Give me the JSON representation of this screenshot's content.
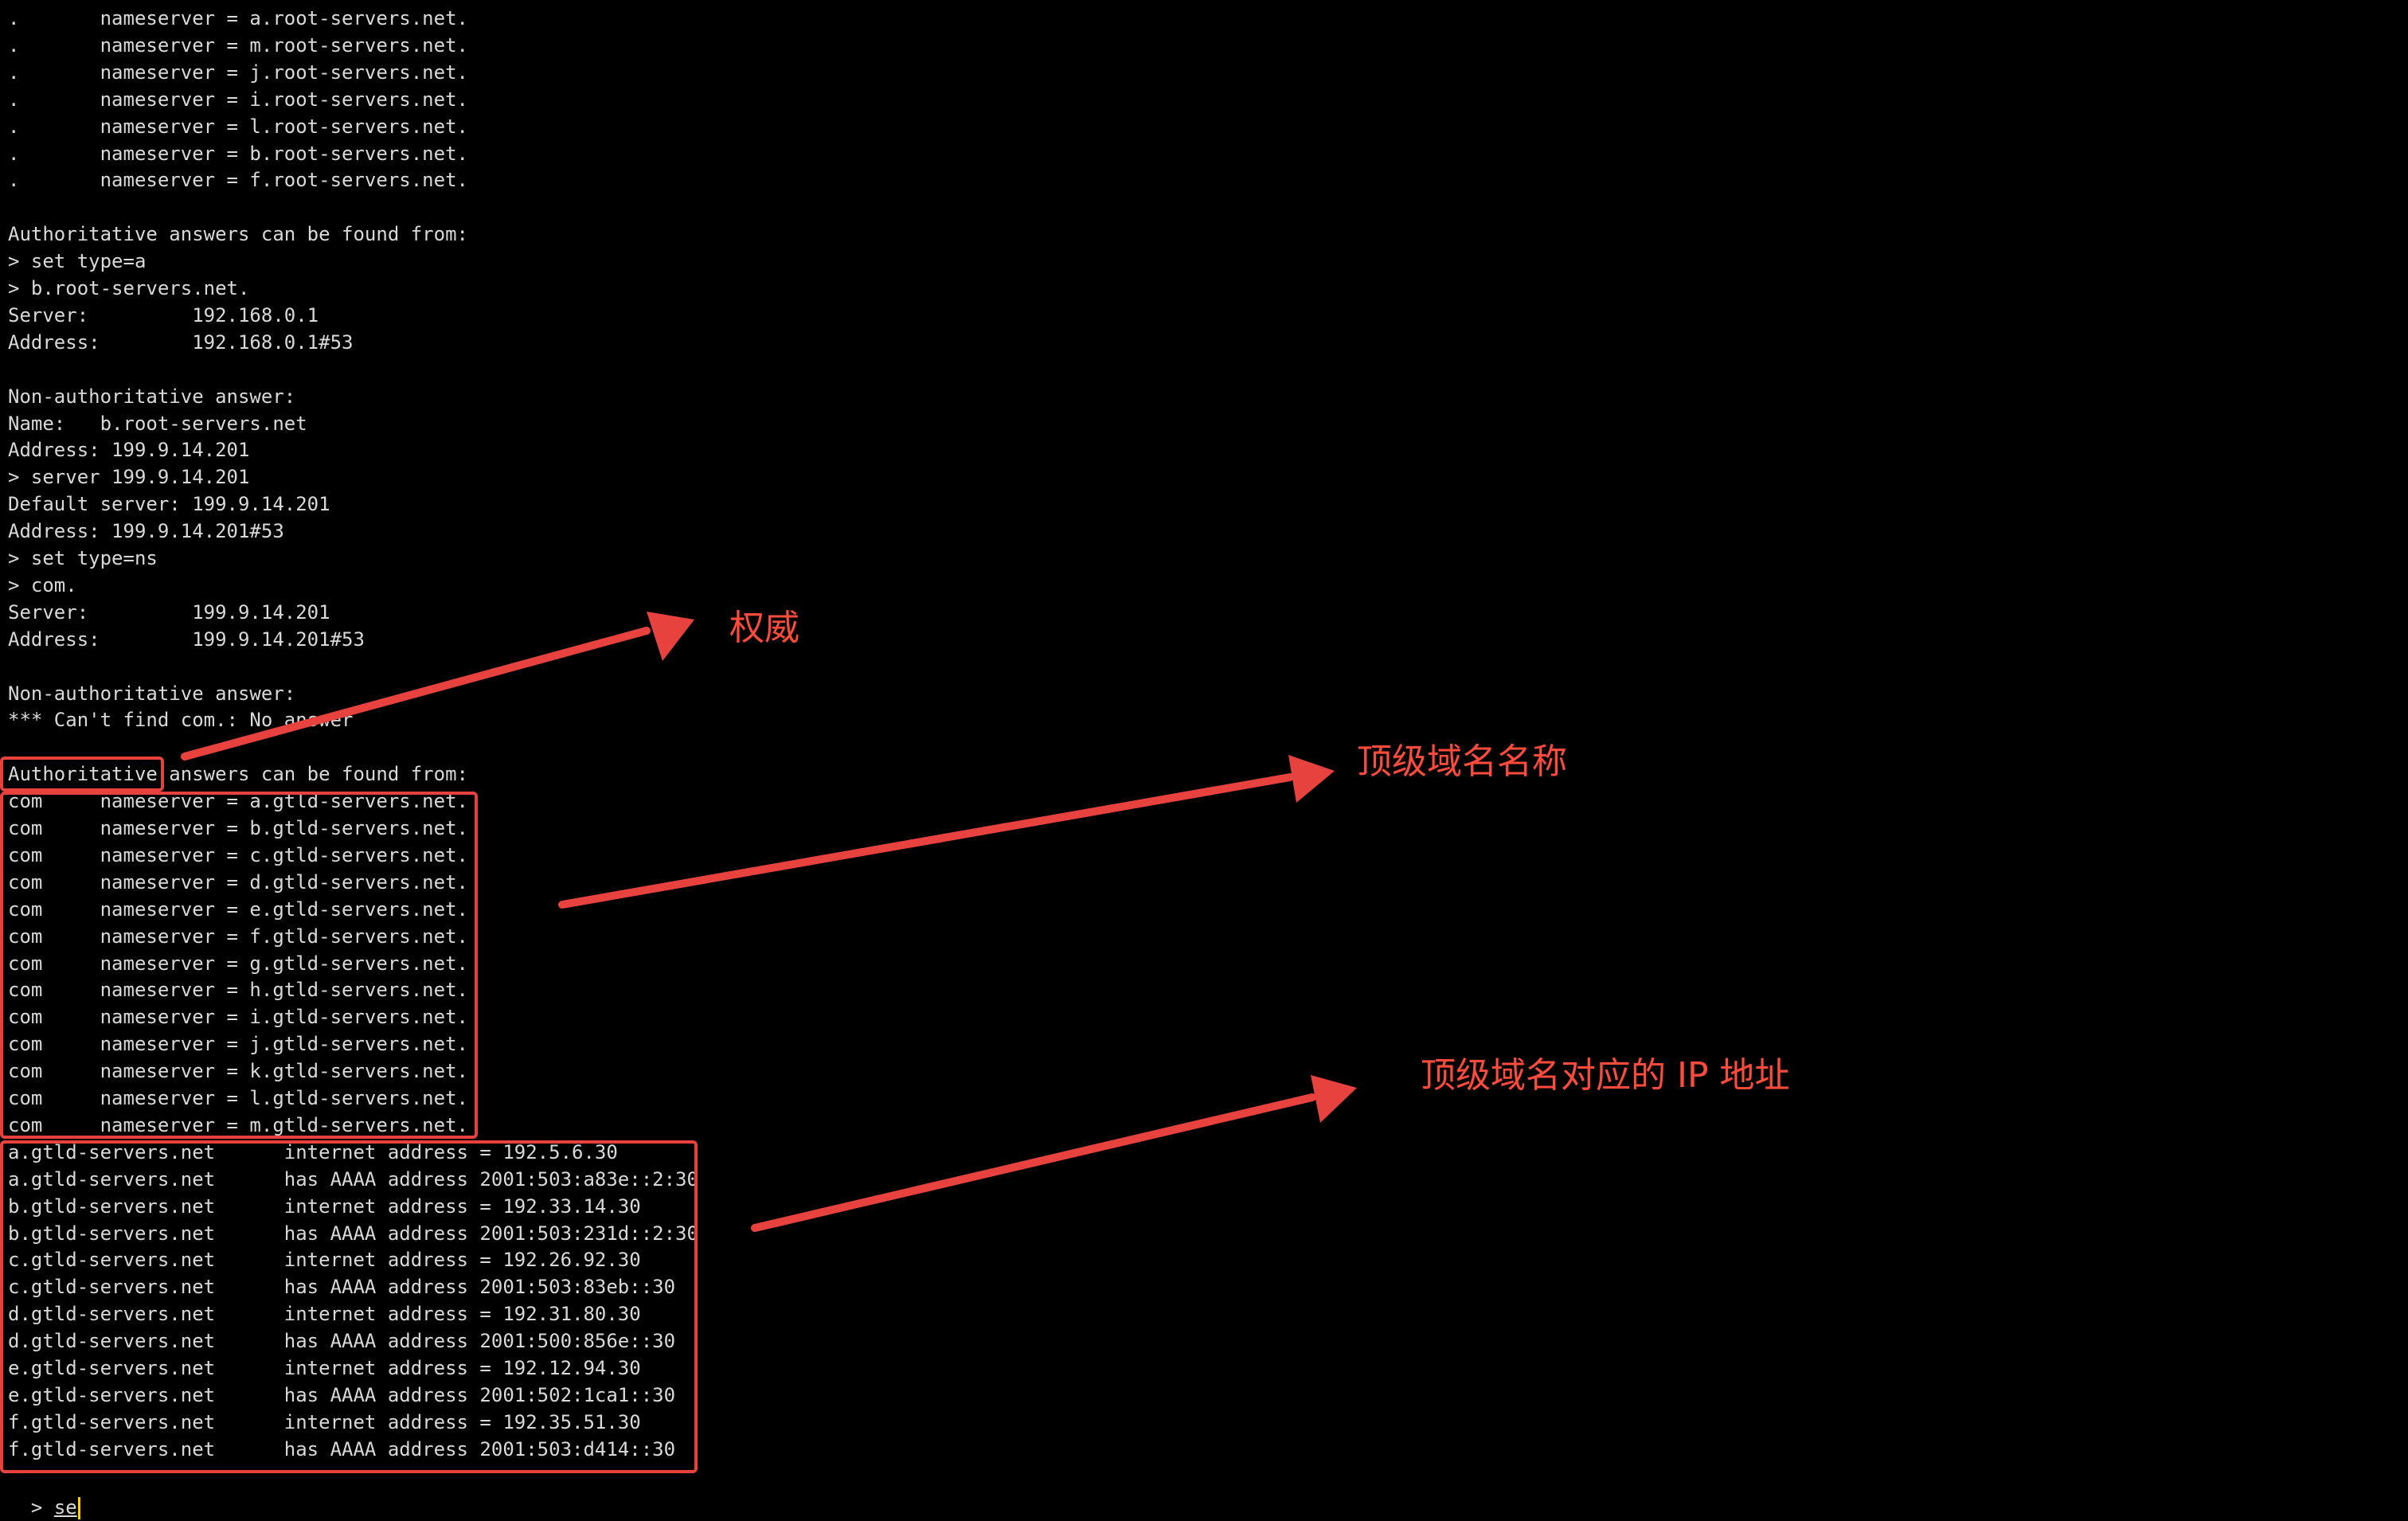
{
  "terminal": {
    "lines": [
      ".       nameserver = a.root-servers.net.",
      ".       nameserver = m.root-servers.net.",
      ".       nameserver = j.root-servers.net.",
      ".       nameserver = i.root-servers.net.",
      ".       nameserver = l.root-servers.net.",
      ".       nameserver = b.root-servers.net.",
      ".       nameserver = f.root-servers.net.",
      "",
      "Authoritative answers can be found from:",
      "> set type=a",
      "> b.root-servers.net.",
      "Server:         192.168.0.1",
      "Address:        192.168.0.1#53",
      "",
      "Non-authoritative answer:",
      "Name:   b.root-servers.net",
      "Address: 199.9.14.201",
      "> server 199.9.14.201",
      "Default server: 199.9.14.201",
      "Address: 199.9.14.201#53",
      "> set type=ns",
      "> com.",
      "Server:         199.9.14.201",
      "Address:        199.9.14.201#53",
      "",
      "Non-authoritative answer:",
      "*** Can't find com.: No answer",
      "",
      "Authoritative answers can be found from:",
      "com     nameserver = a.gtld-servers.net.",
      "com     nameserver = b.gtld-servers.net.",
      "com     nameserver = c.gtld-servers.net.",
      "com     nameserver = d.gtld-servers.net.",
      "com     nameserver = e.gtld-servers.net.",
      "com     nameserver = f.gtld-servers.net.",
      "com     nameserver = g.gtld-servers.net.",
      "com     nameserver = h.gtld-servers.net.",
      "com     nameserver = i.gtld-servers.net.",
      "com     nameserver = j.gtld-servers.net.",
      "com     nameserver = k.gtld-servers.net.",
      "com     nameserver = l.gtld-servers.net.",
      "com     nameserver = m.gtld-servers.net.",
      "a.gtld-servers.net      internet address = 192.5.6.30",
      "a.gtld-servers.net      has AAAA address 2001:503:a83e::2:30",
      "b.gtld-servers.net      internet address = 192.33.14.30",
      "b.gtld-servers.net      has AAAA address 2001:503:231d::2:30",
      "c.gtld-servers.net      internet address = 192.26.92.30",
      "c.gtld-servers.net      has AAAA address 2001:503:83eb::30",
      "d.gtld-servers.net      internet address = 192.31.80.30",
      "d.gtld-servers.net      has AAAA address 2001:500:856e::30",
      "e.gtld-servers.net      internet address = 192.12.94.30",
      "e.gtld-servers.net      has AAAA address 2001:502:1ca1::30",
      "f.gtld-servers.net      internet address = 192.35.51.30",
      "f.gtld-servers.net      has AAAA address 2001:503:d414::30"
    ],
    "prompt": "> ",
    "input_value": "se"
  },
  "annotations": {
    "authority": "权威",
    "tld_name": "顶级域名名称",
    "tld_ip": "顶级域名对应的 IP 地址"
  },
  "colors": {
    "background": "#000000",
    "text": "#d9d9d9",
    "annotation": "#ff4b3c",
    "cursor": "#ffd000"
  }
}
